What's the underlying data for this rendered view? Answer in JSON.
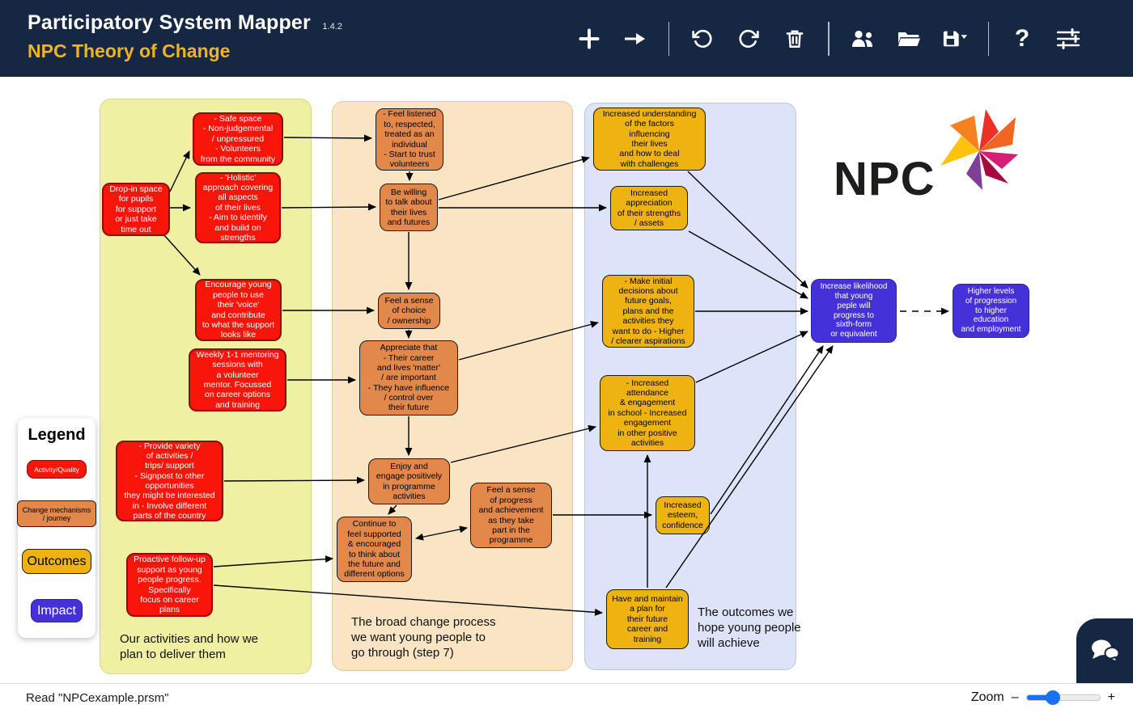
{
  "header": {
    "title": "Participatory System Mapper",
    "version": "1.4.2",
    "map_title": "NPC Theory of Change"
  },
  "toolbar": {
    "icons": [
      "add-node",
      "add-link",
      "undo",
      "redo",
      "delete",
      "share-users",
      "open-folder",
      "save",
      "help",
      "settings-sliders"
    ],
    "help_glyph": "?"
  },
  "nodes": {
    "safe_space": "- Safe space\n- Non-judgemental\n/ unpressured\n- Volunteers\nfrom the community",
    "drop_in": "Drop-in space\nfor pupils\nfor support\nor just take\ntime out",
    "holistic": "- 'Holistic'\napproach covering\nall aspects\nof their lives\n- Aim to identify\nand build on\nstrengths",
    "encourage": "Encourage young\npeople to use\ntheir 'voice'\nand contribute\nto what the support\nlooks like",
    "weekly": "Weekly 1-1 mentoring\nsessions with\na volunteer\nmentor. Focussed\non career options\nand training",
    "provide_variety": "- Provide variety\nof activities /\ntrips/ support\n- Signpost to other\nopportunities\nthey might be interested\nin - Involve different\nparts of the country",
    "proactive": "Proactive follow-up\nsupport as young\npeople progress.\nSpecifically\nfocus on career\nplans",
    "feel_listened": "- Feel listened\nto, respected,\ntreated as an\nindividual\n- Start to trust\nvolunteers",
    "be_willing": "Be willing\nto talk about\ntheir lives\nand futures",
    "feel_choice": "Feel a sense\nof choice\n/ ownership",
    "appreciate": "Appreciate that\n- Their career\nand lives 'matter'\n/ are important\n- They have influence\n/ control over\ntheir future",
    "enjoy": "Enjoy and\nengage positively\nin programme\nactivities",
    "continue_support": "Continue to\nfeel supported\n& encouraged\nto think about\nthe future and\ndifferent options",
    "feel_progress": "Feel a sense\nof progress\nand achievement\nas they take\npart in the\nprogramme",
    "incr_understanding": "Increased understanding\nof the factors\ninfluencing\ntheir lives\nand how to deal\nwith challenges",
    "incr_appreciation": "Increased\nappreciation\nof their strengths\n/ assets",
    "make_initial": "- Make initial\ndecisions about\nfuture goals,\nplans and the\nactivities they\nwant to do - Higher\n/ clearer aspirations",
    "incr_attendance": "- Increased\nattendance\n& engagement\nin school - Increased\nengagement\nin other positive\nactivities",
    "incr_esteem": "Increased\nesteem,\nconfidence",
    "have_plan": "Have and maintain\na plan for\ntheir future\ncareer and\ntraining",
    "increase_likelihood": "Increase likelihood\nthat young\npeple will\nprogress to\nsixth-form\nor equivalent",
    "higher_levels": "Higher levels\nof progression\nto higher\neducation\nand employment"
  },
  "captions": {
    "activities": "Our activities and how we\nplan to deliver them",
    "process": "The broad change process\nwe want young people to\ngo through (step 7)",
    "outcomes": "The outcomes we\nhope young people\nwill achieve"
  },
  "legend": {
    "title": "Legend",
    "items": [
      {
        "label": "Activity/Quality",
        "color": "#fa150b"
      },
      {
        "label": "Change mechanisms\n/ journey",
        "color": "#e2884a"
      },
      {
        "label": "Outcomes",
        "color": "#eeb211"
      },
      {
        "label": "Impact",
        "color": "#4431d8"
      }
    ]
  },
  "logo": {
    "text": "NPC"
  },
  "statusbar": {
    "message": "Read \"NPCexample.prsm\"",
    "zoom_label": "Zoom",
    "zoom_minus": "–",
    "zoom_plus": "+"
  },
  "colors": {
    "header_bg": "#152743",
    "map_title_accent": "#f0b323",
    "activity_red": "#fa150b",
    "mechanism_orange": "#e2884a",
    "outcome_gold": "#eeb211",
    "impact_purple": "#4431d8",
    "column_yellow": "#eff0a1",
    "column_peach": "#f9e5c4",
    "column_blue": "#dde3f8",
    "zoom_slider_blue": "#1b72f0"
  }
}
